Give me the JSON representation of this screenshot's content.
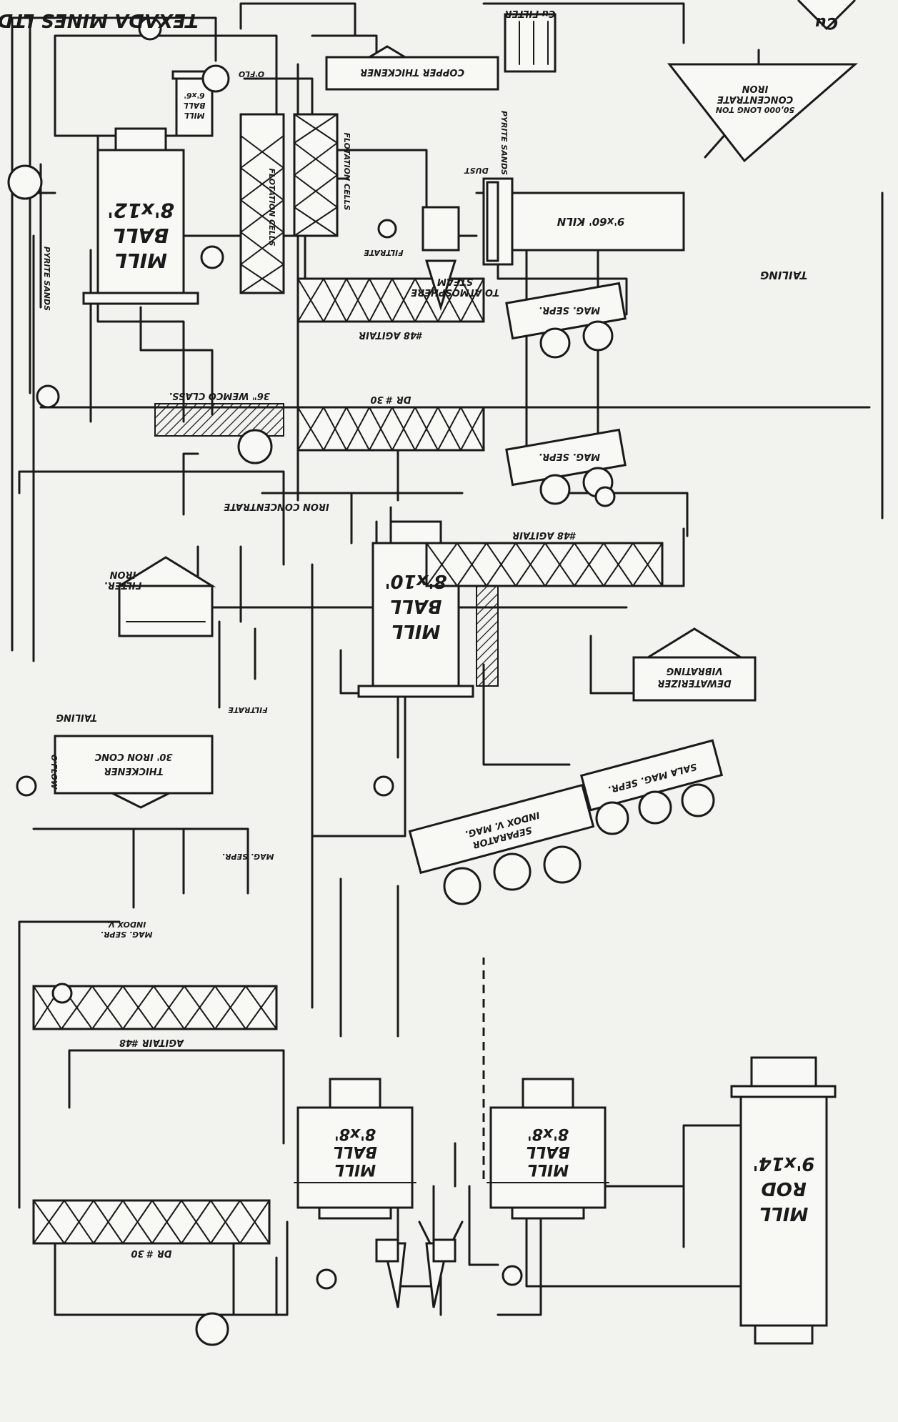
{
  "document": {
    "company": "TEXADA MINES LTD",
    "symbol_text": "Cu"
  },
  "labels": {
    "cu_filter": "Cu FILTER",
    "copper_thickener": "COPPER THICKENER",
    "overflow": "O'FLO",
    "iron_concentrate_pile": [
      "IRON",
      "CONCENTRATE",
      "50,000 LONG TON"
    ],
    "ball_mill_top": [
      "6'x6'",
      "BALL",
      "MILL"
    ],
    "flotation_1": "FLOTATION CELLS",
    "flotation_2": "FLOTATION CELLS",
    "pyrite_sands_top": "PYRITE SANDS",
    "pyrite_sands_left": "PYRITE SANDS",
    "kiln": "9'x60' KILN",
    "dust": "DUST",
    "filtrate_top": "FILTRATE",
    "steam": "STEAM",
    "to_atmosphere": "TO ATMOSPHERE",
    "tailing_top": "TAILING",
    "ball_mill_8x12": [
      "8'x12'",
      "BALL",
      "MILL"
    ],
    "wemco": "36\" WEMCO CLASS.",
    "mag_sepr_1": "MAG. SEPR.",
    "mag_sepr_2": "MAG. SEPR.",
    "agitair_top": "#48 AGITAIR",
    "dr_30_top": "DR # 30",
    "iron_concentrate_line": "IRON CONCENTRATE",
    "agitair_mid": "#48 AGITAIR",
    "iron_filter": [
      "IRON",
      "FILTER."
    ],
    "vibrating_dewaterizer": [
      "VIBRATING",
      "DEWATERIZER"
    ],
    "tailing_mid": "TAILING",
    "filtrate_mid": "FILTRATE",
    "iron_conc_thickener": [
      "30' IRON CONC",
      "THICKENER"
    ],
    "overflow_mid": "O'FLOW",
    "ball_mill_8x10": [
      "8'x10'",
      "BALL",
      "MILL"
    ],
    "sala_mag_sepr": "SALA MAG. SEPR.",
    "indox_separator_right": [
      "INDOX V. MAG.",
      "SEPARATOR"
    ],
    "mag_sepr_left": "MAG. SEPR.",
    "indox_sepr_left": [
      "INDOX V.",
      "MAG. SEPR."
    ],
    "agitair_bottom": "AGITAIR #48",
    "dr_30_bottom": "DR # 30",
    "ball_mill_8x8_a": [
      "8'x8'",
      "BALL",
      "MILL"
    ],
    "ball_mill_8x8_b": [
      "8'x8'",
      "BALL",
      "MILL"
    ],
    "rod_mill": [
      "9'x14'",
      "ROD",
      "MILL"
    ]
  }
}
